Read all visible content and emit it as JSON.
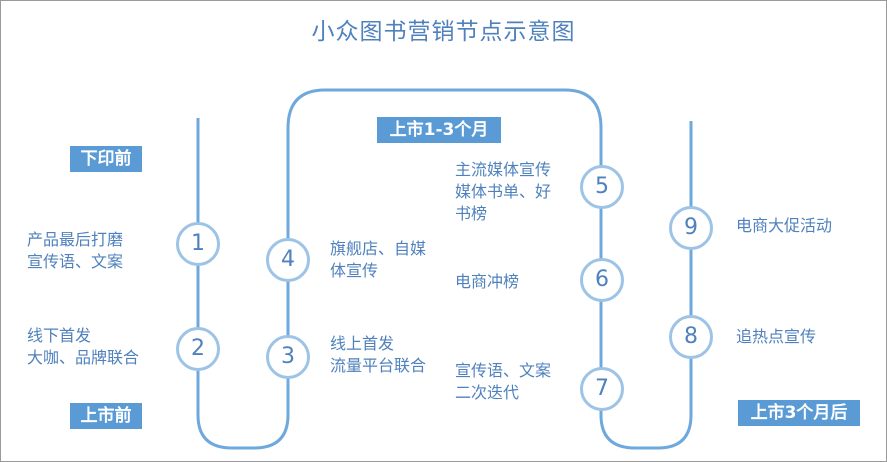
{
  "title": "小众图书营销节点示意图",
  "tags": {
    "before_print": "下印前",
    "before_launch": "上市前",
    "month_1_3": "上市1-3个月",
    "after_3_months": "上市3个月后"
  },
  "nodes": [
    {
      "num": "1",
      "lines": [
        "产品最后打磨",
        "宣传语、文案"
      ]
    },
    {
      "num": "2",
      "lines": [
        "线下首发",
        "大咖、品牌联合"
      ]
    },
    {
      "num": "3",
      "lines": [
        "线上首发",
        "流量平台联合"
      ]
    },
    {
      "num": "4",
      "lines": [
        "旗舰店、自媒",
        "体宣传"
      ]
    },
    {
      "num": "5",
      "lines": [
        "主流媒体宣传",
        "媒体书单、好",
        "书榜"
      ]
    },
    {
      "num": "6",
      "lines": [
        "电商冲榜"
      ]
    },
    {
      "num": "7",
      "lines": [
        "宣传语、文案",
        "二次迭代"
      ]
    },
    {
      "num": "8",
      "lines": [
        "追热点宣传"
      ]
    },
    {
      "num": "9",
      "lines": [
        "电商大促活动"
      ]
    }
  ],
  "colors": {
    "line": "#6fa8dc",
    "text": "#4f81bd",
    "tag_bg": "#5b9bd5",
    "node_border": "#9dc3e6"
  }
}
